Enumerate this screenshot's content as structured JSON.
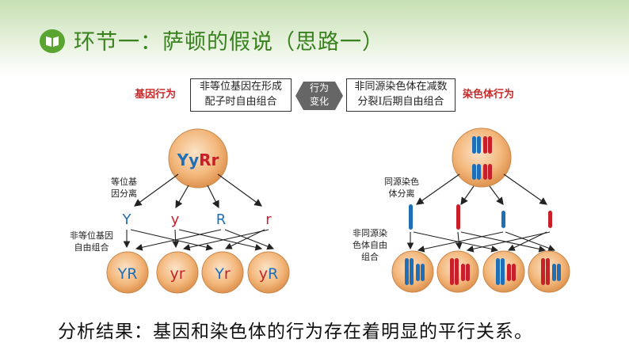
{
  "header": {
    "title": "环节一：萨顿的假说（思路一）",
    "icon": "book-icon",
    "accent_color": "#5aa531"
  },
  "comparison": {
    "left_label": "基因行为",
    "left_box": [
      "非等位基因在形成",
      "配子时自由组合"
    ],
    "center": [
      "行为",
      "变化"
    ],
    "right_box": [
      "非同源染色体在减数",
      "分裂Ⅰ后期自由组合"
    ],
    "right_label": "染色体行为"
  },
  "gene_diagram": {
    "parent_genotype": [
      "Y",
      "y",
      "R",
      "r"
    ],
    "separation_label": [
      "等位基",
      "因分离"
    ],
    "alleles": [
      "Y",
      "y",
      "R",
      "r"
    ],
    "recombination_label": [
      "非等位基因",
      "自由组合"
    ],
    "gametes": [
      [
        "Y",
        "R"
      ],
      [
        "y",
        "r"
      ],
      [
        "Y",
        "r"
      ],
      [
        "y",
        "R"
      ]
    ]
  },
  "chromosome_diagram": {
    "separation_label": [
      "同源染色",
      "体分离"
    ],
    "recombination_label": [
      "非同源染",
      "色体自由",
      "组合"
    ]
  },
  "colors": {
    "blue": "#1f6fb8",
    "red": "#c8202a",
    "cell_fill": "#f2b26e"
  },
  "conclusion": "分析结果：基因和染色体的行为存在着明显的平行关系。"
}
